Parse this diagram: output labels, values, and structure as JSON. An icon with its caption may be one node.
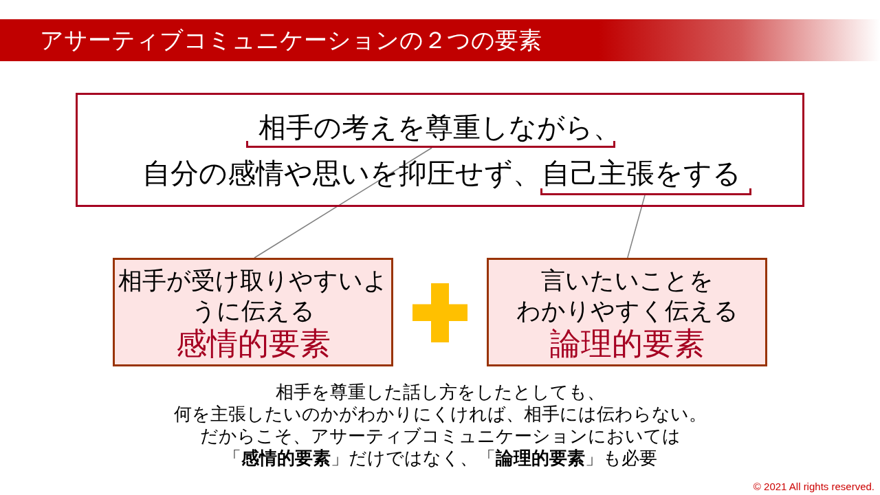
{
  "diagram": {
    "title": "アサーティブコミュニケーションの２つの要素",
    "nodes": [
      {
        "text": [],
        "shape": "box"
      },
      {
        "text": [
          "相手の考えを尊重しながら、"
        ],
        "in": 0
      },
      {
        "text": [
          "自分の感情や思いを抑圧せず、"
        ],
        "in": 0
      },
      {
        "text": [
          "自己主張をする"
        ],
        "in": 0
      },
      {
        "text": [
          "相手が受け取りやすいように伝える",
          "感情的要素"
        ]
      },
      {
        "text": [
          "言いたいことを",
          "わかりやすく伝える",
          "論理的要素"
        ]
      }
    ],
    "edges": [
      {
        "from": 1,
        "to": 4,
        "arrow": "none"
      },
      {
        "from": 3,
        "to": 5,
        "arrow": "none"
      }
    ],
    "labels": [
      "相手を尊重した話し方をしたとしても、",
      "何を主張したいのかがわかりにくければ、相手には伝わらない。",
      "だからこそ、アサーティブコミュニケーションにおいては",
      "「**感情的要素**」だけではなく、「**論理的要素**」も必要",
      "© 2021 All rights reserved."
    ]
  }
}
